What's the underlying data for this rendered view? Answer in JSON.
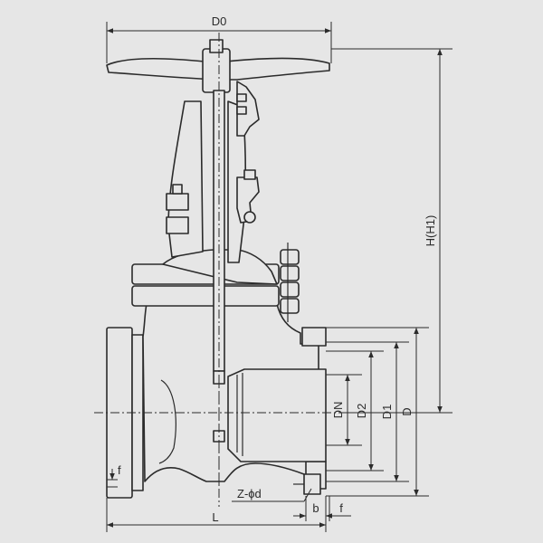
{
  "labels": {
    "d0": "D0",
    "h": "H(H1)",
    "dn": "DN",
    "d2": "D2",
    "d1": "D1",
    "d": "D",
    "l": "L",
    "b": "b",
    "f_right": "f",
    "f_left": "f",
    "bolts": "Z-ϕd"
  },
  "colors": {
    "background": "#e6e6e6",
    "line": "#2b2b2b"
  }
}
